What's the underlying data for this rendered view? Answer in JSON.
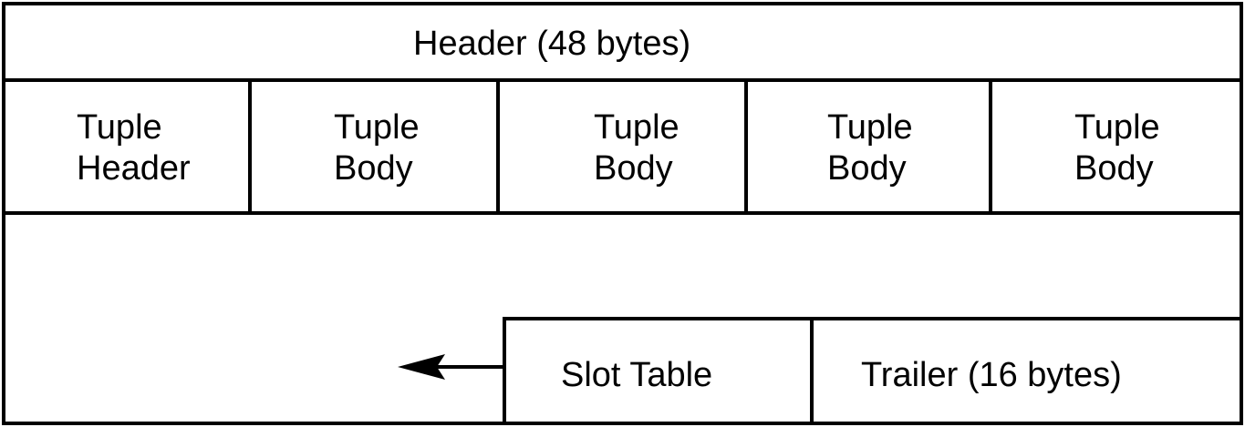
{
  "header": {
    "label": "Header (48 bytes)"
  },
  "tuples": [
    {
      "line1": "Tuple",
      "line2": "Header"
    },
    {
      "line1": "Tuple",
      "line2": "Body"
    },
    {
      "line1": "Tuple",
      "line2": "Body"
    },
    {
      "line1": "Tuple",
      "line2": "Body"
    },
    {
      "line1": "Tuple",
      "line2": "Body"
    }
  ],
  "slot_table": {
    "label": "Slot Table"
  },
  "trailer": {
    "label": "Trailer (16 bytes)"
  }
}
